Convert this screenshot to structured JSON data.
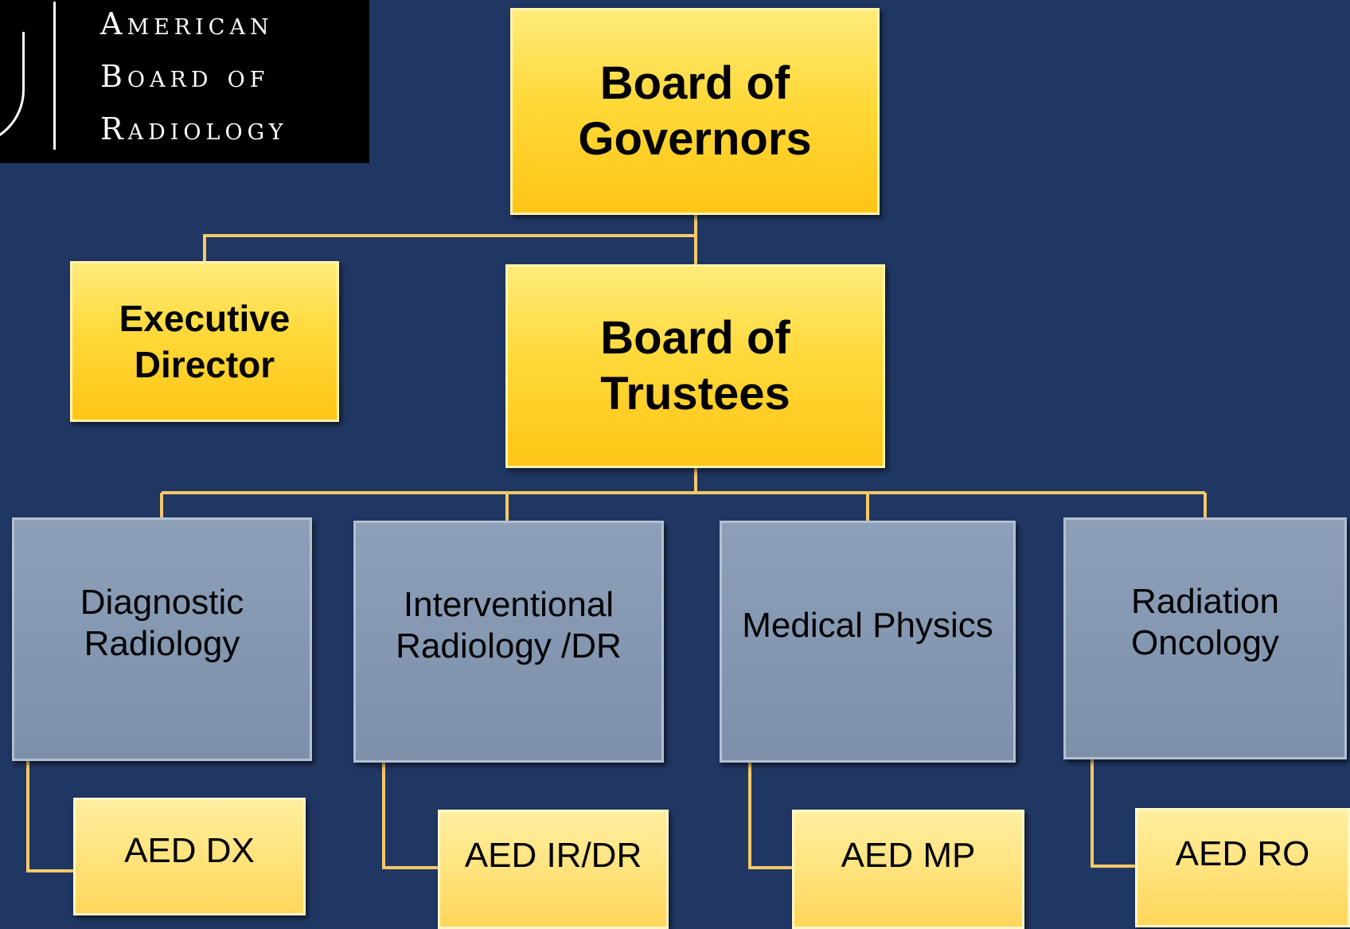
{
  "logo": {
    "line1": "American",
    "line2": "Board of",
    "line3": "Radiology"
  },
  "nodes": {
    "board_of_governors": {
      "line1": "Board of",
      "line2": "Governors"
    },
    "executive_director": {
      "line1": "Executive",
      "line2": "Director"
    },
    "board_of_trustees": {
      "line1": "Board of",
      "line2": "Trustees"
    },
    "diagnostic_radiology": {
      "line1": "Diagnostic",
      "line2": "Radiology"
    },
    "interventional_radiology": {
      "line1": "Interventional",
      "line2": "Radiology /DR"
    },
    "medical_physics": {
      "line1": "Medical Physics"
    },
    "radiation_oncology": {
      "line1": "Radiation",
      "line2": "Oncology"
    },
    "aed_dx": {
      "line1": "AED DX"
    },
    "aed_ir_dr": {
      "line1": "AED IR/DR"
    },
    "aed_mp": {
      "line1": "AED MP"
    },
    "aed_ro": {
      "line1": "AED RO"
    }
  },
  "colors": {
    "background": "#213763",
    "gold_box": "#ffd93a",
    "steel_box": "#8396b0",
    "pale_box": "#ffe27a",
    "connector": "#f6c96a"
  }
}
